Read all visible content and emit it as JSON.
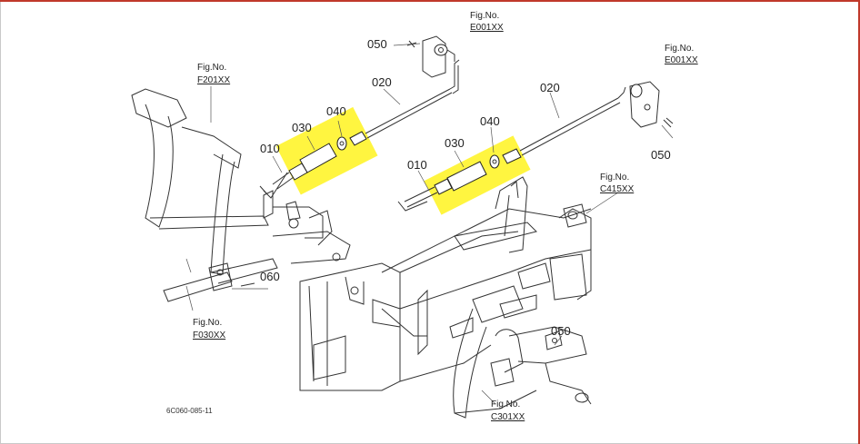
{
  "labels": {
    "fig_f201": [
      "Fig.No.",
      "F201XX"
    ],
    "fig_e001_top": [
      "Fig.No.",
      "E001XX"
    ],
    "fig_e001_right": [
      "Fig.No.",
      "E001XX"
    ],
    "fig_c415": [
      "Fig.No.",
      "C415XX"
    ],
    "fig_f030": [
      "Fig.No.",
      "F030XX"
    ],
    "fig_c301": [
      "Fig.No.",
      "C301XX"
    ],
    "part_050_top": "050",
    "part_050_right": "050",
    "part_050_bottom": "050",
    "part_020_left": "020",
    "part_020_right": "020",
    "part_040_left": "040",
    "part_040_right": "040",
    "part_030_left": "030",
    "part_030_right": "030",
    "part_010_left": "010",
    "part_010_right": "010",
    "part_060": "060",
    "drawing_code": "6C060-085-11"
  },
  "highlight_color": "#fff200"
}
